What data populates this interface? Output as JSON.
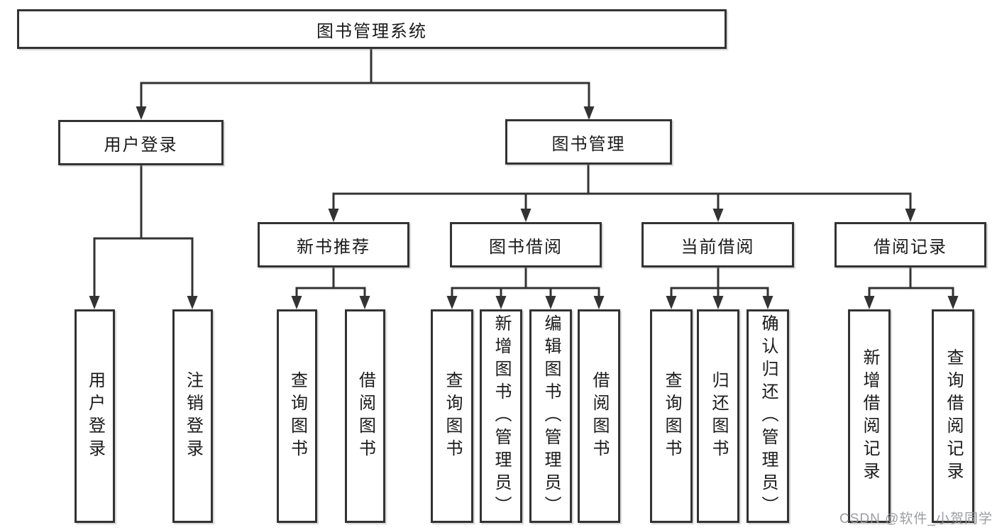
{
  "diagram": {
    "type": "hierarchy-tree",
    "nodes": {
      "root": "图书管理系统",
      "user_login": "用户登录",
      "book_mgmt": "图书管理",
      "new_books": "新书推荐",
      "book_borrow": "图书借阅",
      "current_borrow": "当前借阅",
      "borrow_records": "借阅记录",
      "leaf_user_login": "用户登录",
      "leaf_logout": "注销登录",
      "nb_query_books": "查询图书",
      "nb_borrow_books": "借阅图书",
      "bb_query_books": "查询图书",
      "bb_add_books": "新增图书（管理员）",
      "bb_edit_books": "编辑图书（管理员）",
      "bb_borrow_books": "借阅图书",
      "cb_query_books": "查询图书",
      "cb_return_books": "归还图书",
      "cb_confirm_return": "确认归还（管理员）",
      "br_add_record": "新增借阅记录",
      "br_query_record": "查询借阅记录"
    },
    "edges": [
      [
        "图书管理系统",
        "用户登录"
      ],
      [
        "图书管理系统",
        "图书管理"
      ],
      [
        "用户登录",
        "用户登录(叶)"
      ],
      [
        "用户登录",
        "注销登录"
      ],
      [
        "图书管理",
        "新书推荐"
      ],
      [
        "图书管理",
        "图书借阅"
      ],
      [
        "图书管理",
        "当前借阅"
      ],
      [
        "图书管理",
        "借阅记录"
      ],
      [
        "新书推荐",
        "查询图书"
      ],
      [
        "新书推荐",
        "借阅图书"
      ],
      [
        "图书借阅",
        "查询图书"
      ],
      [
        "图书借阅",
        "新增图书（管理员）"
      ],
      [
        "图书借阅",
        "编辑图书（管理员）"
      ],
      [
        "图书借阅",
        "借阅图书"
      ],
      [
        "当前借阅",
        "查询图书"
      ],
      [
        "当前借阅",
        "归还图书"
      ],
      [
        "当前借阅",
        "确认归还（管理员）"
      ],
      [
        "借阅记录",
        "新增借阅记录"
      ],
      [
        "借阅记录",
        "查询借阅记录"
      ]
    ]
  },
  "watermark": "CSDN @软件_小贺同学",
  "colors": {
    "line": "#333333",
    "box_border": "#333333",
    "text": "#1a1a1a",
    "background": "#ffffff",
    "watermark": "#96989c"
  }
}
